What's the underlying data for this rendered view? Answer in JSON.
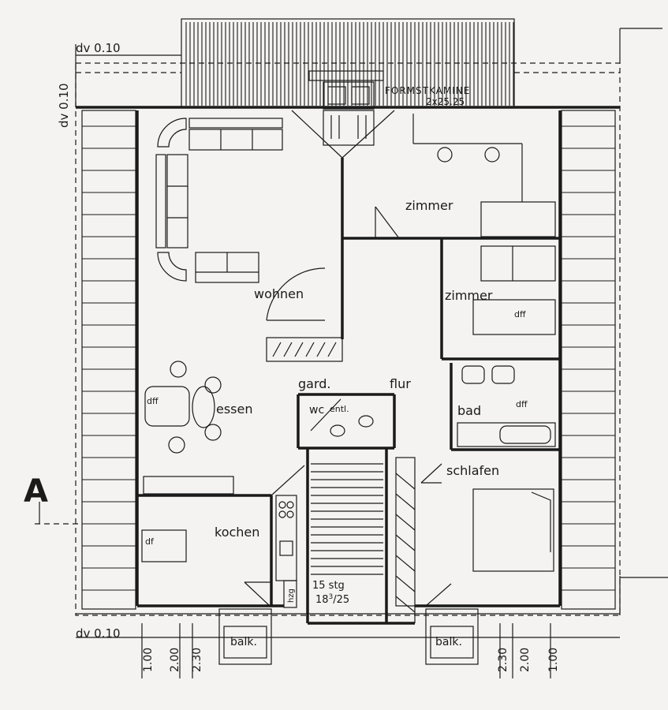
{
  "labels": {
    "dv_top_1": "dv 0.10",
    "dv_top_2": "dv 0.10",
    "dv_bottom": "dv 0.10",
    "chimney": "FORMSTKAMINE",
    "chimney_size": "2x25.25",
    "room_wohnen": "wohnen",
    "room_zimmer_1": "zimmer",
    "room_zimmer_2": "zimmer",
    "room_essen": "essen",
    "room_gard": "gard.",
    "room_flur": "flur",
    "room_wc": "wc",
    "wc_note": "entl.",
    "room_bad": "bad",
    "room_schlafen": "schlafen",
    "room_kochen": "kochen",
    "stair_count": "15 stg",
    "stair_size_base": "18",
    "stair_size_sup": "3",
    "stair_size_rest": "/25",
    "balcony_left": "balk.",
    "balcony_right": "balk.",
    "window_dff_essen": "dff",
    "window_dff_zimmer": "dff",
    "window_dff_bad": "dff",
    "window_df_kochen": "df",
    "heating": "hzg",
    "section_marker": "A"
  },
  "dimensions_left": [
    "1.00",
    "2.00",
    "2.30"
  ],
  "dimensions_right": [
    "2.30",
    "2.00",
    "1.00"
  ]
}
